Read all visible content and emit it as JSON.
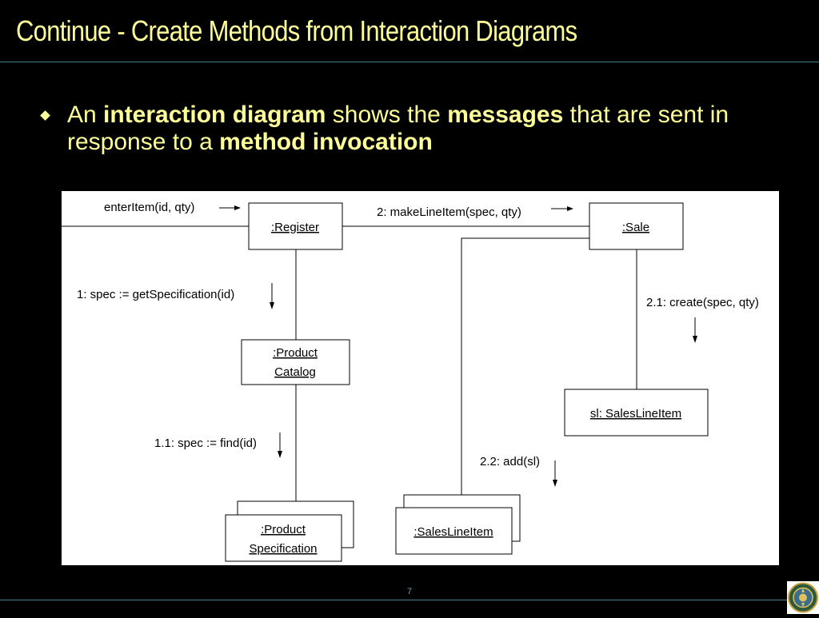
{
  "slide": {
    "title": "Continue - Create Methods from Interaction Diagrams",
    "bullet": {
      "part1": "An ",
      "bold1": "interaction diagram",
      "part2": " shows the ",
      "bold2": "messages",
      "part3": " that are sent in response to a ",
      "bold3": "method invocation"
    },
    "page_number": "7"
  },
  "diagram": {
    "objects": {
      "register": ":Register",
      "sale": ":Sale",
      "catalog_line1": ":Product",
      "catalog_line2": "Catalog",
      "spec_line1": ":Product",
      "spec_line2": "Specification",
      "sales_line_item": ":SalesLineItem",
      "sl": "sl: SalesLineItem"
    },
    "messages": {
      "enter_item": "enterItem(id, qty)",
      "make_line_item": "2: makeLineItem(spec, qty)",
      "get_spec": "1: spec := getSpecification(id)",
      "find": "1.1: spec := find(id)",
      "create": "2.1: create(spec, qty)",
      "add": "2.2: add(sl)"
    }
  },
  "colors": {
    "background": "#000000",
    "title_text": "#FFFF99",
    "rule": "#4F7F8F",
    "diagram_bg": "#FFFFFF"
  }
}
